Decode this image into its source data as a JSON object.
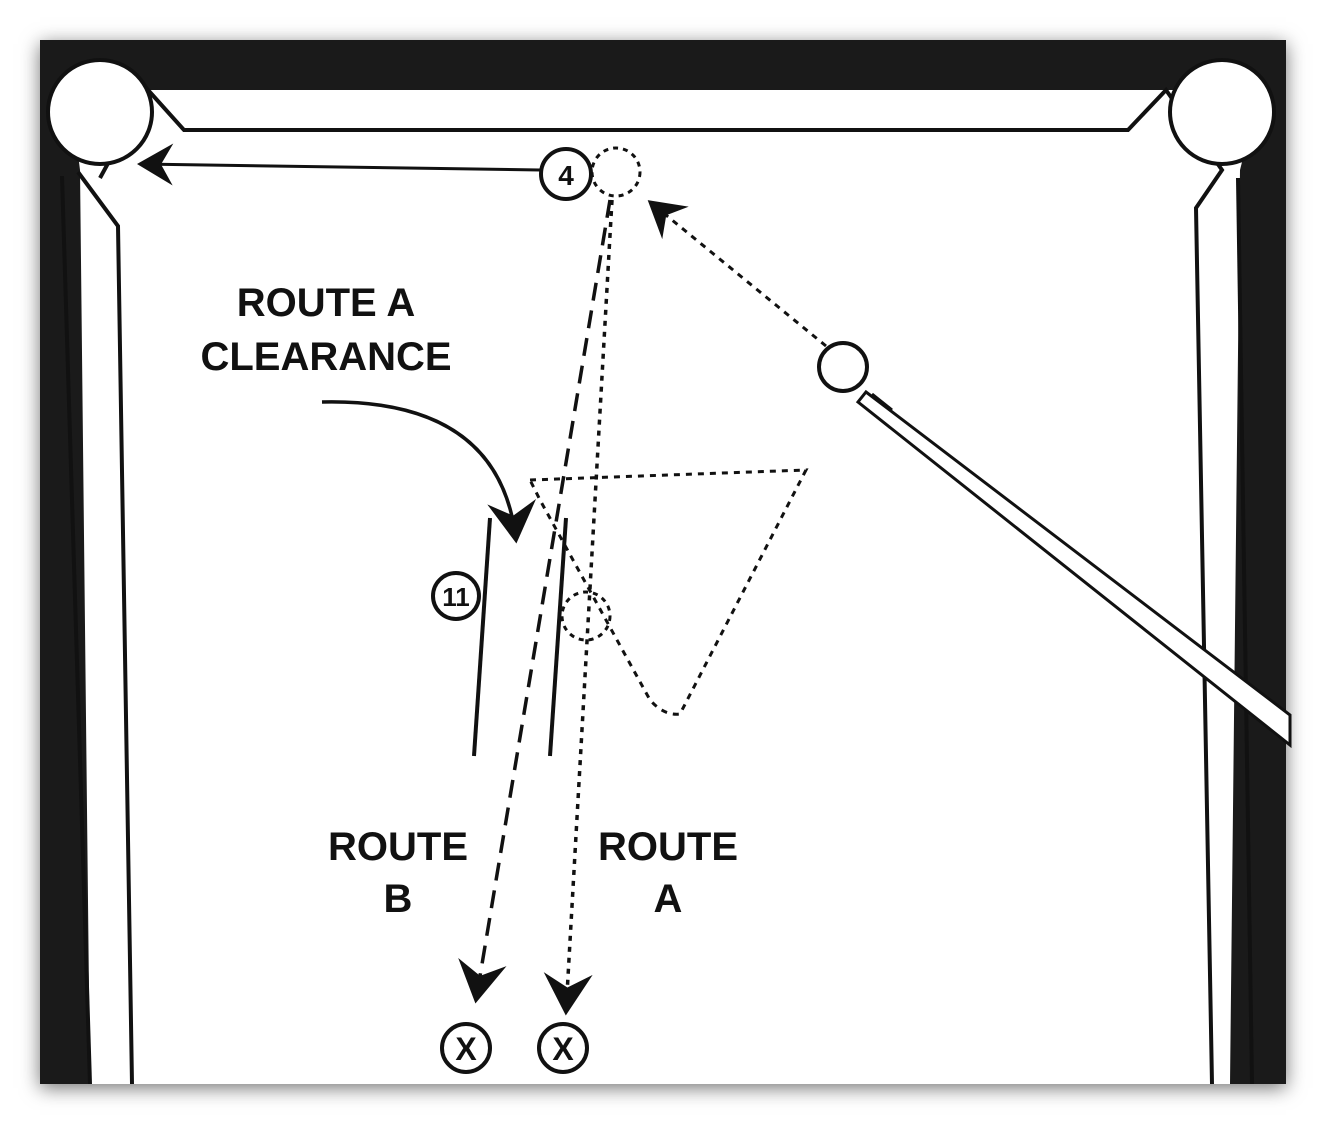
{
  "labels": {
    "clearance_line1": "ROUTE A",
    "clearance_line2": "CLEARANCE",
    "route_b_line1": "ROUTE",
    "route_b_line2": "B",
    "route_a_line1": "ROUTE",
    "route_a_line2": "A"
  },
  "balls": {
    "object_ball": "4",
    "blocker_ball": "11",
    "target_left": "X",
    "target_right": "X"
  },
  "colors": {
    "rail": "#1a1a1a",
    "ink": "#111111",
    "cloth": "#ffffff"
  }
}
